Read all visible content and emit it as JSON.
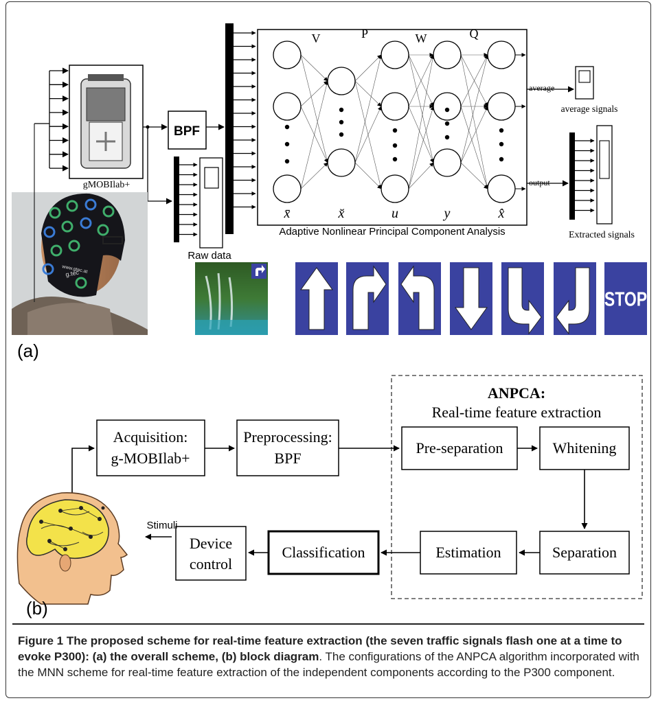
{
  "panel_a": {
    "label": "(a)",
    "device_label": "gMOBIlab+",
    "bpf_label": "BPF",
    "raw_data_label": "Raw data",
    "average_port": "average",
    "output_port": "output",
    "average_signals_label": "average signals",
    "extracted_signals_label": "Extracted signals",
    "network_title": "Adaptive Nonlinear Principal Component Analysis",
    "weight_labels": [
      "V",
      "P",
      "W",
      "Q"
    ],
    "layer_labels": [
      "x̄",
      "x̆",
      "u",
      "y",
      "x̂"
    ],
    "cap_text": [
      "www.gtec.at",
      "g.tec"
    ],
    "signs": [
      {
        "name": "up-arrow-sign",
        "icon": "arrow-up"
      },
      {
        "name": "turn-right-sign",
        "icon": "arrow-turn-right"
      },
      {
        "name": "turn-left-sign",
        "icon": "arrow-turn-left"
      },
      {
        "name": "down-arrow-sign",
        "icon": "arrow-down"
      },
      {
        "name": "down-right-sign",
        "icon": "arrow-down-right"
      },
      {
        "name": "down-left-sign",
        "icon": "arrow-down-left"
      },
      {
        "name": "stop-sign",
        "icon": "stop",
        "text": "STOP"
      }
    ],
    "sign_color": "#3a42a0"
  },
  "panel_b": {
    "label": "(b)",
    "acquisition": [
      "Acquisition:",
      "g-MOBIlab+"
    ],
    "preprocessing": [
      "Preprocessing:",
      "BPF"
    ],
    "anpca_title": "ANPCA:",
    "anpca_subtitle": "Real-time feature extraction",
    "pre_separation": "Pre-separation",
    "whitening": "Whitening",
    "separation": "Separation",
    "estimation": "Estimation",
    "classification": "Classification",
    "device_control": [
      "Device",
      "control"
    ],
    "stimuli": "Stimuli"
  },
  "caption": {
    "bold": "Figure 1 The proposed scheme for real-time feature extraction (the seven traffic signals flash one at a time to evoke P300): (a) the overall scheme, (b) block diagram",
    "text": ". The configurations of the ANPCA algorithm incorporated with the MNN scheme for real-time feature extraction of the independent components according to the P300 component."
  }
}
